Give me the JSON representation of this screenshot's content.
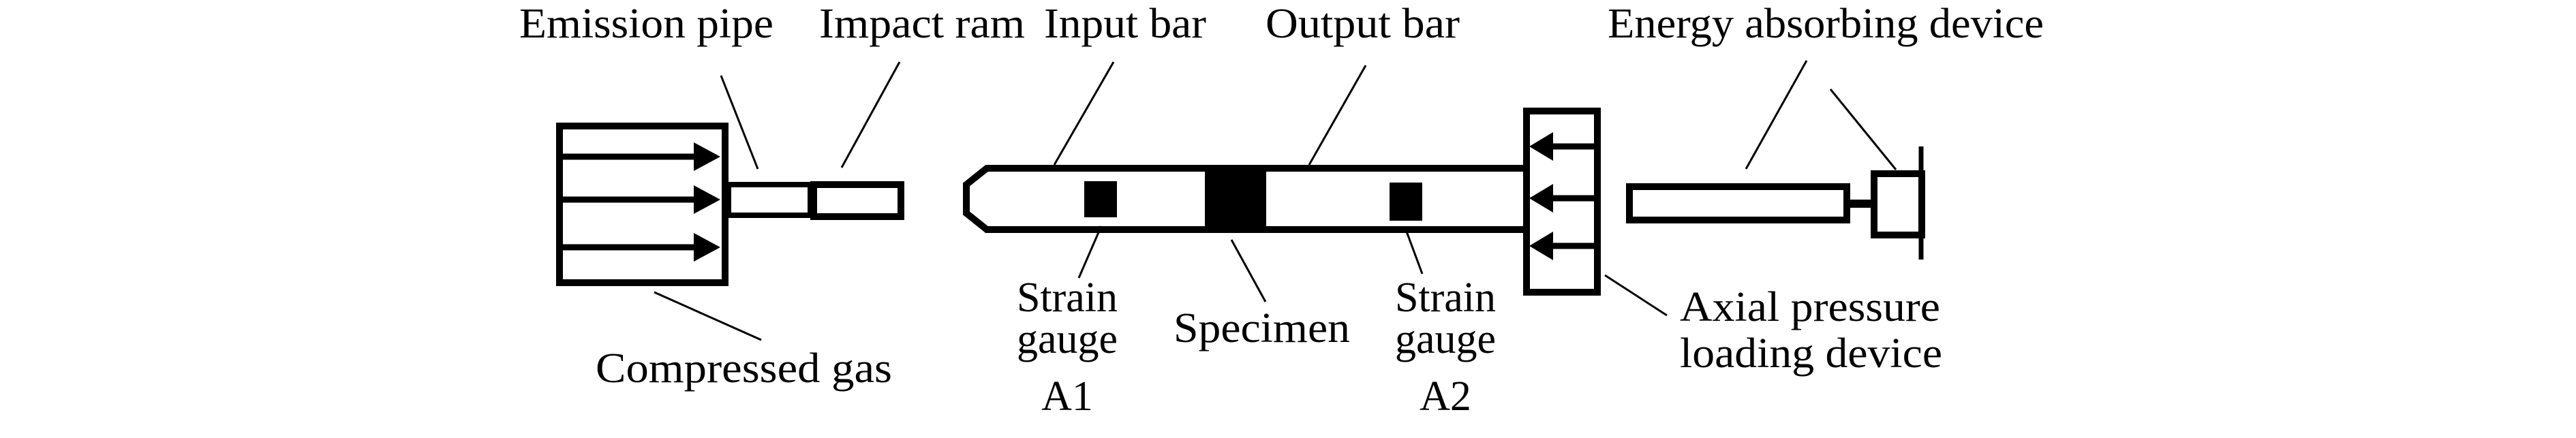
{
  "diagram": {
    "title_labels": {
      "emission_pipe": "Emission pipe",
      "impact_ram": "Impact ram",
      "input_bar": "Input bar",
      "output_bar": "Output bar",
      "energy_absorbing_device": "Energy absorbing device"
    },
    "bottom_labels": {
      "compressed_gas": "Compressed gas",
      "strain_gauge_a1": [
        "Strain",
        "gauge",
        "A1"
      ],
      "specimen": "Specimen",
      "strain_gauge_a2": [
        "Strain",
        "gauge",
        "A2"
      ],
      "axial_pressure_loading_device": [
        "Axial pressure",
        "loading device"
      ]
    },
    "colors": {
      "stroke": "#000000",
      "background": "#ffffff"
    }
  }
}
